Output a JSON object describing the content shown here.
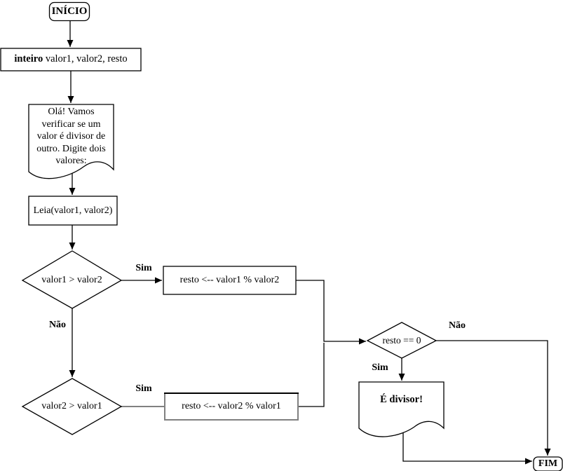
{
  "diagram": {
    "nodes": {
      "inicio": "INÍCIO",
      "declare_keyword": "inteiro",
      "declare_rest": " valor1, valor2, resto",
      "intro_message": "Olá! Vamos\nverificar se um\nvalor é divisor de\noutro. Digite dois\nvalores:",
      "leia": "Leia(valor1, valor2)",
      "cond1": "valor1 > valor2",
      "calc1": "resto <-- valor1 % valor2",
      "cond2": "valor2 > valor1",
      "calc2": "resto <-- valor2 % valor1",
      "cond3": "resto == 0",
      "divisor_message": "É divisor!",
      "fim": "FIM"
    },
    "edge_labels": {
      "cond1_sim": "Sim",
      "cond1_nao": "Não",
      "cond2_sim": "Sim",
      "cond3_sim": "Sim",
      "cond3_nao": "Não"
    },
    "colors": {
      "line": "#000000",
      "muted": "#808080",
      "fill": "#ffffff",
      "background": "#ffffff"
    }
  }
}
